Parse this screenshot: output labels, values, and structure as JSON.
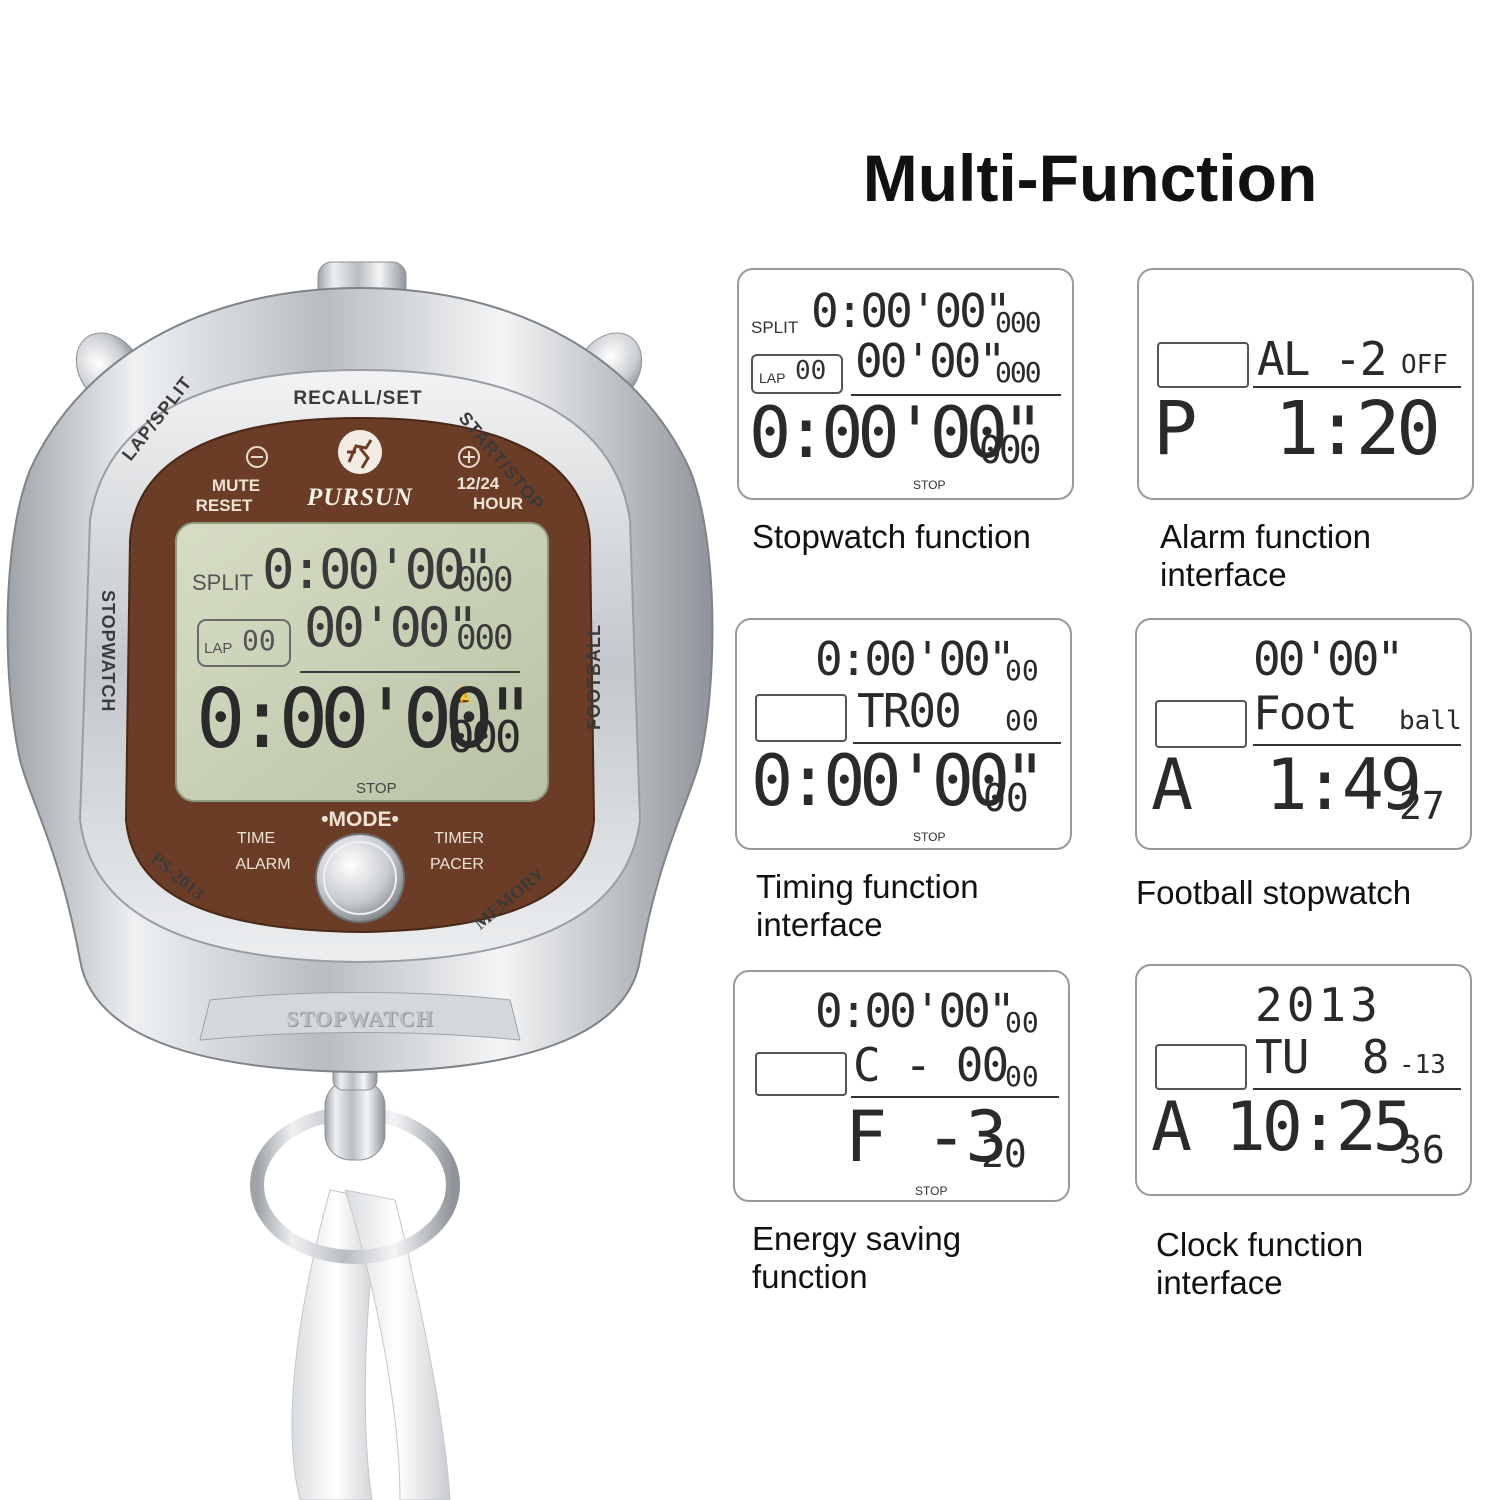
{
  "title": "Multi-Function",
  "watch": {
    "top_button": "RECALL/SET",
    "left_button": "LAP/SPLIT",
    "right_button": "START/STOP",
    "minus_label": "MUTE\nRESET",
    "mute": "MUTE",
    "reset": "RESET",
    "plus_label": "12/24",
    "hour": "HOUR",
    "brand": "PURSUN",
    "side_left": "STOPWATCH",
    "side_right": "FOOTBALL",
    "model": "PS-2013",
    "memory": "MEMORY",
    "mode": "•MODE•",
    "time": "TIME",
    "alarm": "ALARM",
    "timer": "TIMER",
    "pacer": "PACER",
    "bezel_text": "STOPWATCH",
    "lcd": {
      "split_label": "SPLIT",
      "line1": "0:00'00\"",
      "line1_ms": "000",
      "lap_label": "LAP",
      "lap_num": "00",
      "line2": "00'00\"",
      "line2_ms": "000",
      "line3": "0:00'00\"",
      "line3_ms": "000",
      "stop": "STOP"
    },
    "colors": {
      "face": "#6b3c26",
      "lcd": "#c9d1b6",
      "silver": "#cfd2d6"
    }
  },
  "panels": [
    {
      "caption": "Stopwatch function",
      "split": "SPLIT",
      "l1": "0:00'00\"",
      "l1s": "000",
      "lap": "LAP",
      "lapn": "00",
      "l2": "00'00\"",
      "l2s": "000",
      "l3": "0:00'00\"",
      "l3s": "000",
      "stop": "STOP"
    },
    {
      "caption": "Alarm function interface",
      "cap1": "Alarm function",
      "cap2": "interface",
      "l2": "AL -2",
      "l2s": "OFF",
      "l3": "P  1:20"
    },
    {
      "caption": "Timing function interface",
      "cap1": "Timing function",
      "cap2": "interface",
      "l1": "0:00'00\"",
      "l1s": "00",
      "l2": "TR00",
      "l2s": "00",
      "l3": "0:00'00\"",
      "l3s": "00",
      "stop": "STOP"
    },
    {
      "caption": "Football stopwatch",
      "l1": "00'00\"",
      "l2": "Foot",
      "l2s": "ball",
      "l3": "A  1:49",
      "l3s": "27"
    },
    {
      "caption": "Energy saving function",
      "cap1": "Energy saving",
      "cap2": "function",
      "l1": "0:00'00\"",
      "l1s": "00",
      "l2": "C - 00",
      "l2s": "00",
      "l3": "F -3",
      "l3s": "20",
      "stop": "STOP"
    },
    {
      "caption": "Clock function interface",
      "cap1": "Clock function",
      "cap2": "interface",
      "l1": "2013",
      "l2": "TU  8",
      "l2s": "-13",
      "l3": "A 10:25",
      "l3s": "36"
    }
  ]
}
